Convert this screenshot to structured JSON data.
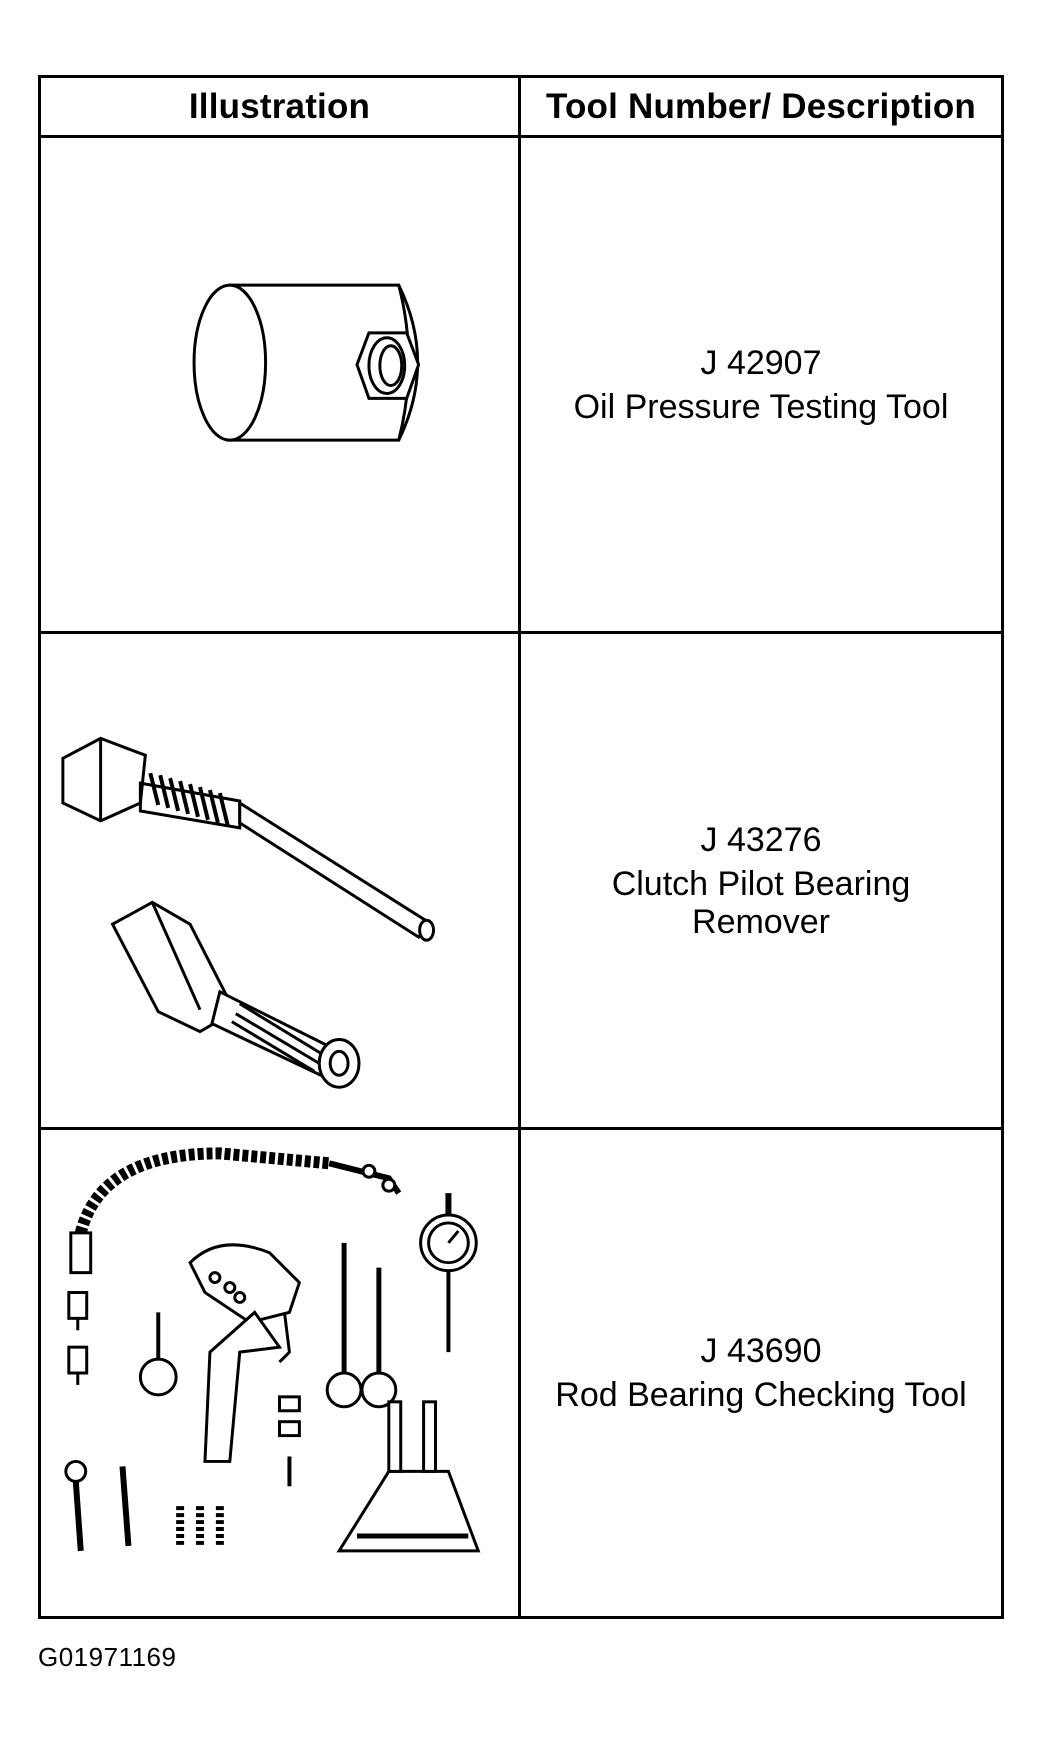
{
  "table": {
    "headers": {
      "illustration": "Illustration",
      "description": "Tool Number/ Description"
    },
    "rows": [
      {
        "tool_number": "J 42907",
        "description": "Oil Pressure Testing Tool",
        "illustration_icon": "oil-pressure-socket-illustration"
      },
      {
        "tool_number": "J 43276",
        "description": "Clutch Pilot Bearing\nRemover",
        "illustration_icon": "clutch-pilot-bearing-remover-illustration"
      },
      {
        "tool_number": "J 43690",
        "description": "Rod Bearing Checking Tool",
        "illustration_icon": "rod-bearing-checking-kit-illustration"
      }
    ]
  },
  "figure_id": "G01971169"
}
